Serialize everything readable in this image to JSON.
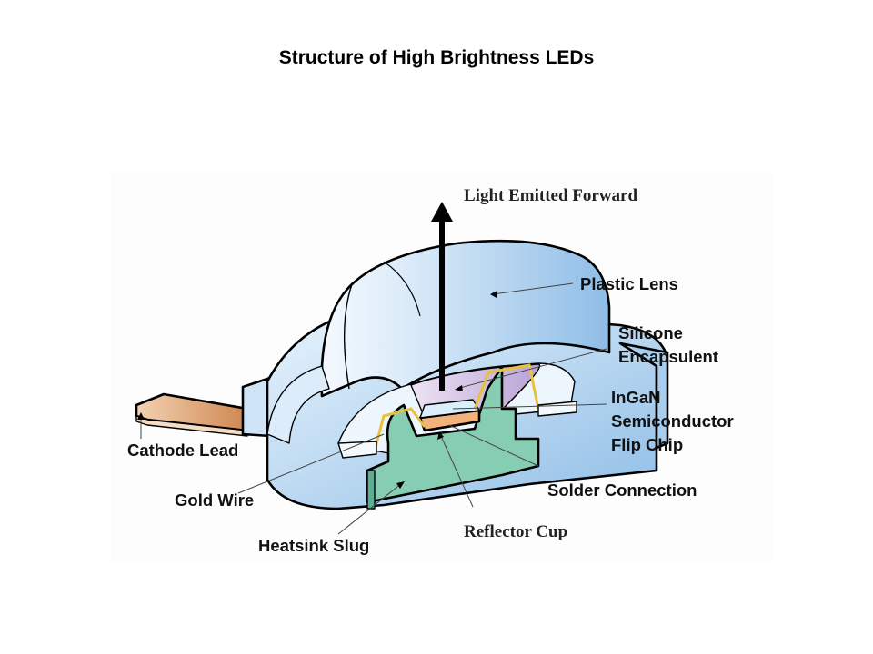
{
  "title": "Structure of High Brightness LEDs",
  "diagram": {
    "subject": "High brightness LED package cross-section",
    "direction_label": "Light Emitted Forward",
    "labels": {
      "plastic_lens": [
        "Plastic Lens"
      ],
      "silicone_encapsulent": [
        "Silicone",
        "Encapsulent"
      ],
      "ingan_chip": [
        "InGaN",
        "Semiconductor",
        "Flip Chip"
      ],
      "solder_connection": [
        "Solder Connection"
      ],
      "reflector_cup": [
        "Reflector Cup"
      ],
      "heatsink_slug": [
        "Heatsink Slug"
      ],
      "gold_wire": [
        "Gold Wire"
      ],
      "cathode_lead": [
        "Cathode Lead"
      ]
    },
    "colors": {
      "lens_blue": "#a9cdec",
      "lens_light": "#e8f3fc",
      "encapsulent_purple": "#c9b6dc",
      "heatsink_green": "#86cdb4",
      "chip_orange": "#f2b27a",
      "lead_copper": "#d6935c",
      "gold_wire": "#e8c23c",
      "outline": "#000000"
    }
  }
}
